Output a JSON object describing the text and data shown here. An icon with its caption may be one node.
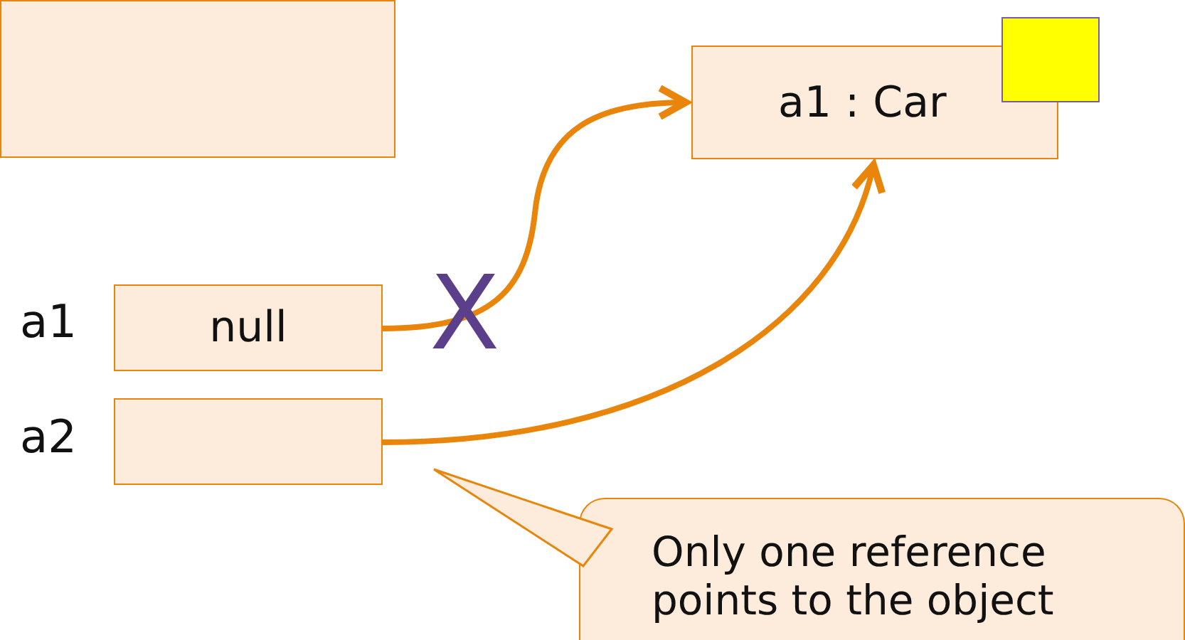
{
  "diagram": {
    "nodes": [
      {
        "text": [],
        "shape": "box"
      },
      {
        "text": [
          "a1 : Car"
        ]
      },
      {
        "text": [
          "null"
        ],
        "beside": [
          "a1"
        ]
      },
      {
        "text": [],
        "shape": "box",
        "beside": [
          "a2"
        ]
      },
      {
        "text": [
          "Only one reference points to the object"
        ]
      }
    ],
    "edges": [
      {
        "from": 2,
        "to": 1,
        "arrow": "to",
        "label": "X"
      },
      {
        "from": 3,
        "to": 1,
        "arrow": "to"
      },
      {
        "from": 4,
        "to": 3,
        "arrow": "none"
      }
    ]
  }
}
